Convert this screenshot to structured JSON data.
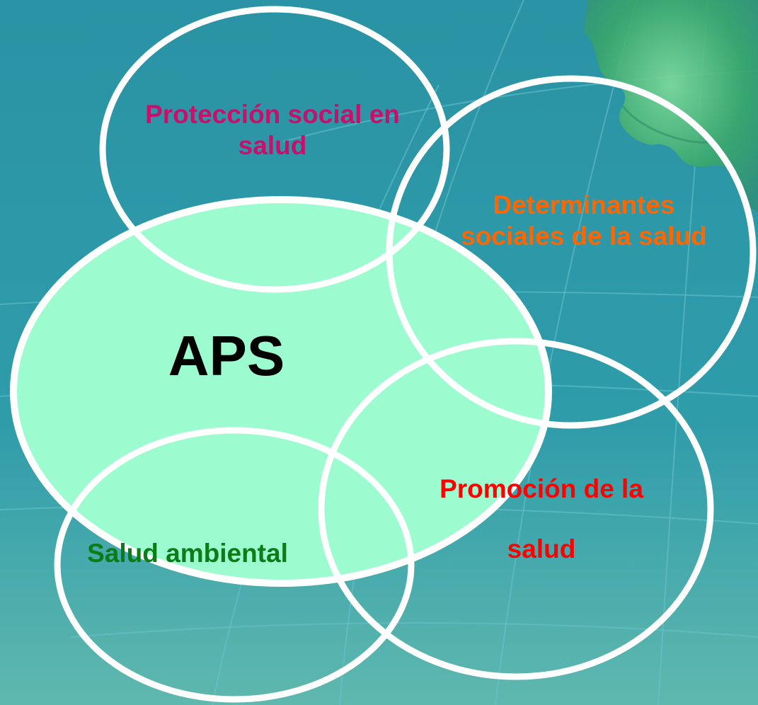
{
  "colors": {
    "background_teal": "#2f9caa",
    "aps_fill": "#9dfbd0",
    "ring_stroke": "#ffffff",
    "proteccion_text": "#cc0e6b",
    "determinantes_text": "#ff6600",
    "aps_text": "#000000",
    "promocion_text": "#ff0000",
    "salud_ambiental_text": "#0b7d16"
  },
  "circles": {
    "aps": "APS",
    "proteccion": "Protección social en salud",
    "determinantes": "Determinantes sociales de la salud",
    "promocion": "Promoción de la salud",
    "salud_ambiental": "Salud ambiental"
  }
}
